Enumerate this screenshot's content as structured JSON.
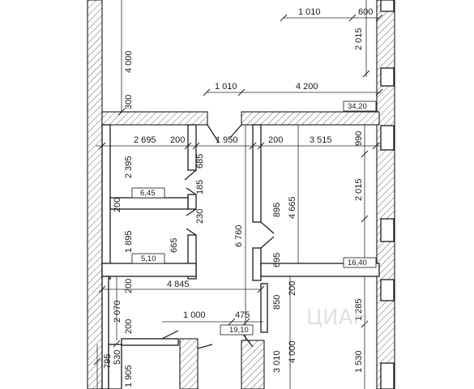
{
  "dimensions": {
    "d_1010_top": "1 010",
    "d_600": "600",
    "d_2015_top": "2 015",
    "d_4000_left": "4 000",
    "d_1010_mid": "1 010",
    "d_4200": "4 200",
    "d_300": "300",
    "d_2695": "2 695",
    "d_200_a": "200",
    "d_1950": "1 950",
    "d_200_b": "200",
    "d_3515": "3 515",
    "d_990": "990",
    "d_2395": "2 395",
    "d_685": "685",
    "d_185": "185",
    "d_2015_right": "2 015",
    "d_895": "895",
    "d_4665": "4 665",
    "d_200_c": "200",
    "d_230": "230",
    "d_1895": "1 895",
    "d_665": "665",
    "d_6760": "6 760",
    "d_695": "695",
    "d_200_d": "200",
    "d_4845": "4 845",
    "d_200_e": "200",
    "d_2070": "2 070",
    "d_850": "850",
    "d_1285": "1 285",
    "d_1000": "1 000",
    "d_475": "475",
    "d_200_f": "200",
    "d_530": "530",
    "d_795": "795",
    "d_1905": "1 905",
    "d_3010": "3 010",
    "d_4000_bottom": "4 000",
    "d_1530": "1 530"
  },
  "room_areas": {
    "living_room": "34,20",
    "small_room_top": "6,45",
    "small_room_mid": "5,10",
    "bedroom": "16,40",
    "hall": "19,10"
  },
  "watermark": "ЦИАН"
}
